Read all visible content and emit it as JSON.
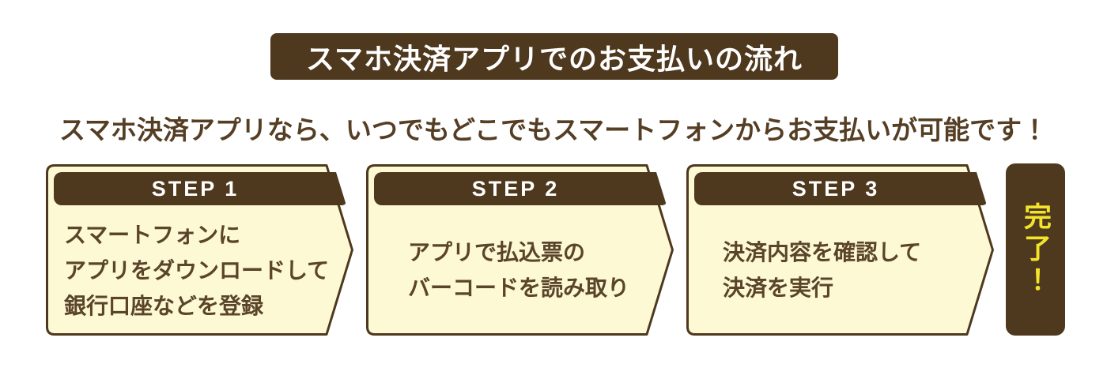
{
  "colors": {
    "brown": "#4E381E",
    "cream": "#FCF9D4",
    "body_text_brown": "#5A442A",
    "subtitle_brown": "#553E24",
    "completion_yellow": "#F2E42C",
    "header_text_white": "#FFFFFF",
    "page_background": "#FFFFFF"
  },
  "title": "スマホ決済アプリでのお支払いの流れ",
  "subtitle": "スマホ決済アプリなら、いつでもどこでもスマートフォンからお支払いが可能です！",
  "steps": [
    {
      "label": "STEP 1",
      "lines": [
        "スマートフォンに",
        "アプリをダウンロードして",
        "銀行口座などを登録"
      ]
    },
    {
      "label": "STEP 2",
      "lines": [
        "アプリで払込票の",
        "バーコードを読み取り"
      ]
    },
    {
      "label": "STEP 3",
      "lines": [
        "決済内容を確認して",
        "決済を実行"
      ]
    }
  ],
  "completion": {
    "label": "完了！"
  }
}
